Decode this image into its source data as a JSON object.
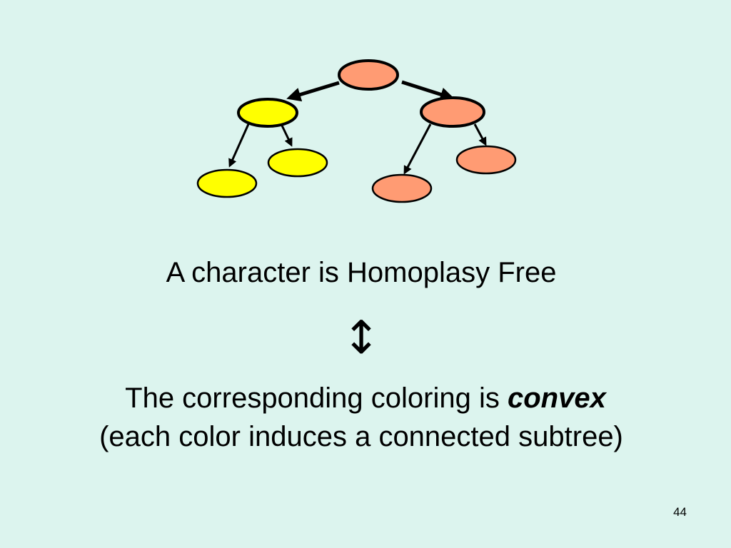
{
  "slide": {
    "background": "#DCF4EE",
    "statement_line1": "A character is Homoplasy Free",
    "iff_symbol": "↕",
    "statement_line2_prefix": "The corresponding coloring is ",
    "statement_line2_emphasis": "convex",
    "statement_line3": "(each color induces a connected subtree)",
    "page_number": "44"
  },
  "tree": {
    "colors": {
      "yellow": "#FFFF00",
      "orange": "#FF9B73",
      "outline": "#000000"
    },
    "nodes": [
      {
        "id": "root",
        "color": "orange"
      },
      {
        "id": "left-child",
        "color": "yellow"
      },
      {
        "id": "right-child",
        "color": "orange"
      },
      {
        "id": "left-left-leaf",
        "color": "yellow"
      },
      {
        "id": "left-right-leaf",
        "color": "yellow"
      },
      {
        "id": "right-left-leaf",
        "color": "orange"
      },
      {
        "id": "right-right-leaf",
        "color": "orange"
      }
    ],
    "edges": [
      {
        "from": "root",
        "to": "left-child"
      },
      {
        "from": "root",
        "to": "right-child"
      },
      {
        "from": "left-child",
        "to": "left-left-leaf"
      },
      {
        "from": "left-child",
        "to": "left-right-leaf"
      },
      {
        "from": "right-child",
        "to": "right-left-leaf"
      },
      {
        "from": "right-child",
        "to": "right-right-leaf"
      }
    ]
  }
}
